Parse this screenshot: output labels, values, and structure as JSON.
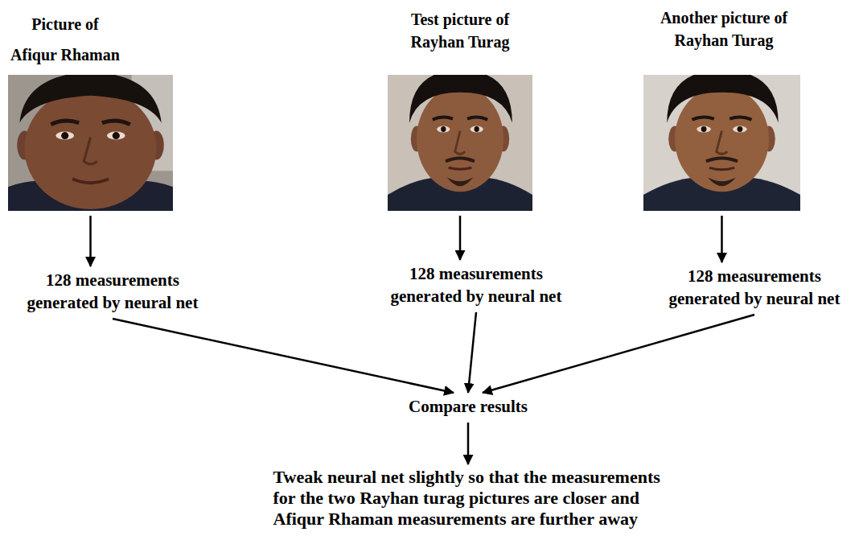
{
  "diagram": {
    "nodes": [
      {
        "text": [
          "Picture of Afiqur Rhaman"
        ]
      },
      {
        "text": [
          "Test picture of Rayhan Turag"
        ]
      },
      {
        "text": [
          "Another picture of Rayhan Turag"
        ]
      },
      {
        "text": [
          "128 measurements generated by neural net"
        ]
      },
      {
        "text": [
          "128 measurements generated by neural net"
        ]
      },
      {
        "text": [
          "128 measurements generated by neural net"
        ]
      },
      {
        "text": [
          "Compare results"
        ]
      },
      {
        "text": [
          "Tweak neural net slightly so that the measurements for the two Rayhan turag pictures are closer and Afiqur Rhaman measurements are further away"
        ]
      }
    ],
    "edges": [
      {
        "from": 0,
        "to": 3,
        "arrow": "to"
      },
      {
        "from": 1,
        "to": 4,
        "arrow": "to"
      },
      {
        "from": 2,
        "to": 5,
        "arrow": "to"
      },
      {
        "from": 3,
        "to": 6,
        "arrow": "to"
      },
      {
        "from": 4,
        "to": 6,
        "arrow": "to"
      },
      {
        "from": 5,
        "to": 6,
        "arrow": "to"
      },
      {
        "from": 6,
        "to": 7,
        "arrow": "to"
      }
    ]
  }
}
